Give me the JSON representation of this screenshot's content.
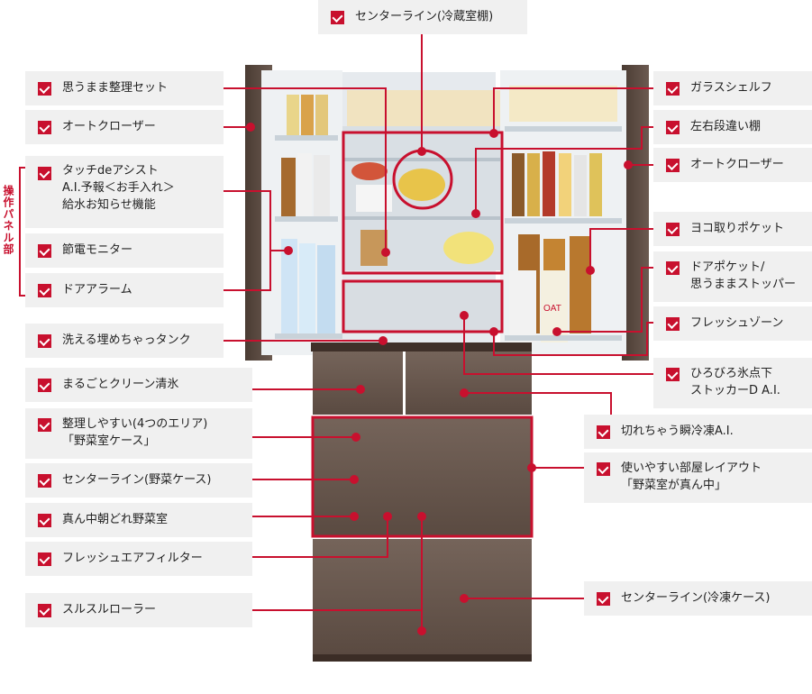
{
  "panel_group_label": "操作パネル部",
  "labels": {
    "center_line_fridge": "センターライン(冷蔵室棚)",
    "omoumama_set": "思うまま整理セット",
    "auto_closer_left": "オートクローザー",
    "touch_assist": [
      "タッチdeアシスト",
      "A.I.予報＜お手入れ＞",
      "給水お知らせ機能"
    ],
    "power_monitor": "節電モニター",
    "door_alarm": "ドアアラーム",
    "washable_tank": "洗える埋めちゃっタンク",
    "clean_ice": "まるごとクリーン清氷",
    "easy_sort": [
      "整理しやすい(4つのエリア)",
      "「野菜室ケース」"
    ],
    "center_line_veg": "センターライン(野菜ケース)",
    "middle_veg": "真ん中朝どれ野菜室",
    "fresh_air_filter": "フレッシュエアフィルター",
    "slide_roller": "スルスルローラー",
    "glass_shelf": "ガラスシェルフ",
    "lr_shelf": "左右段違い棚",
    "auto_closer_right": "オートクローザー",
    "side_pocket": "ヨコ取りポケット",
    "door_pocket": [
      "ドアポケット/",
      "思うままストッパー"
    ],
    "fresh_zone": "フレッシュゾーン",
    "hiro_stocker": [
      "ひろびろ氷点下",
      "ストッカーD A.I."
    ],
    "quick_freeze": "切れちゃう瞬冷凍A.I.",
    "room_layout": [
      "使いやすい部屋レイアウト",
      "「野菜室が真ん中」"
    ],
    "center_line_freezer": "センターライン(冷凍ケース)"
  },
  "product_text": {
    "bottle_label": "OAT"
  },
  "colors": {
    "accent": "#c8102e",
    "label_bg": "#f0f0f0",
    "fridge_brown": "#5a4a40",
    "drawer_brown": "#6e5b50",
    "interior": "#e8ecef"
  },
  "icons": {
    "checkbox": "check-box-icon"
  }
}
